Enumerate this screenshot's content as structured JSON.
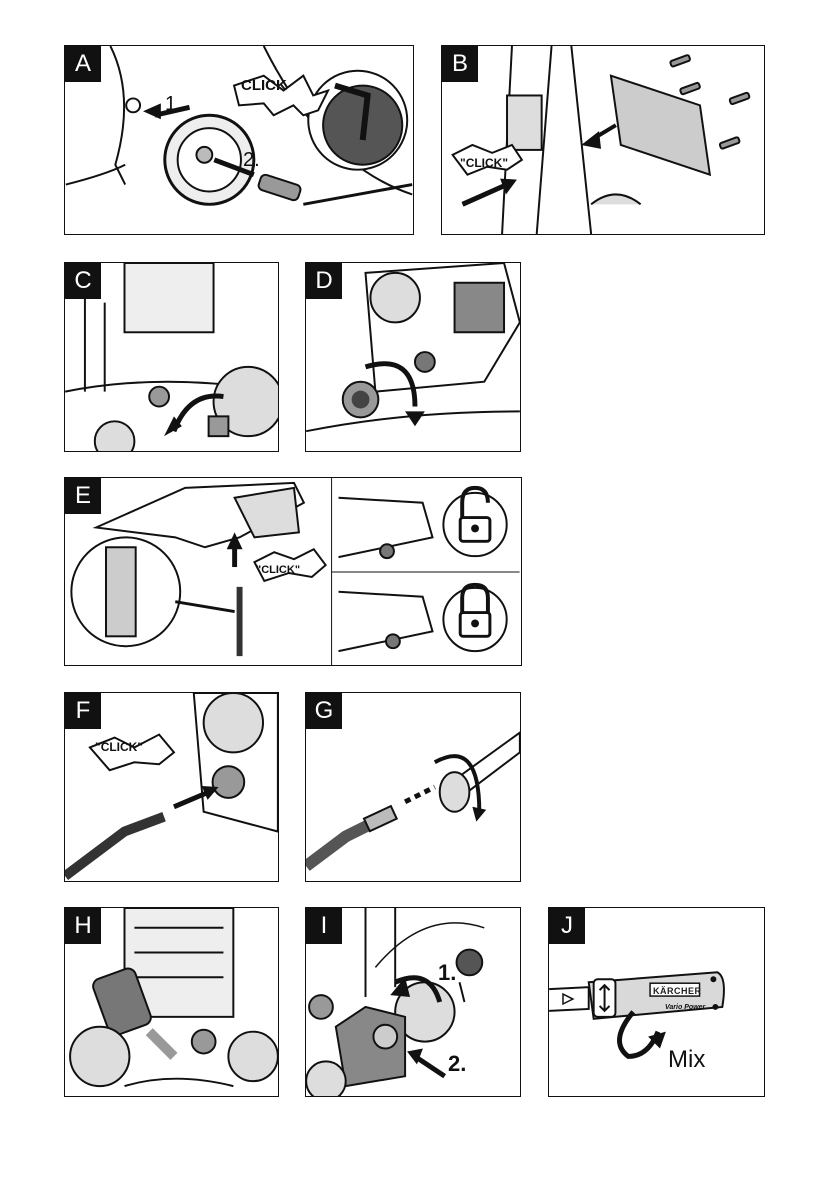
{
  "panels": {
    "A": {
      "label": "A",
      "click": "CLICK",
      "step1": "1.",
      "step2": "2."
    },
    "B": {
      "label": "B",
      "click": "\"CLICK\""
    },
    "C": {
      "label": "C"
    },
    "D": {
      "label": "D"
    },
    "E": {
      "label": "E",
      "click": "\"CLICK\""
    },
    "F": {
      "label": "F",
      "click": "\"CLICK\""
    },
    "G": {
      "label": "G"
    },
    "H": {
      "label": "H"
    },
    "I": {
      "label": "I",
      "step1": "1.",
      "step2": "2."
    },
    "J": {
      "label": "J",
      "brand": "KÄRCHER",
      "model": "Vario Power",
      "mix": "Mix"
    }
  },
  "colors": {
    "frame": "#111111",
    "fill_gray": "#d9d9d9",
    "dark_gray": "#555555"
  }
}
